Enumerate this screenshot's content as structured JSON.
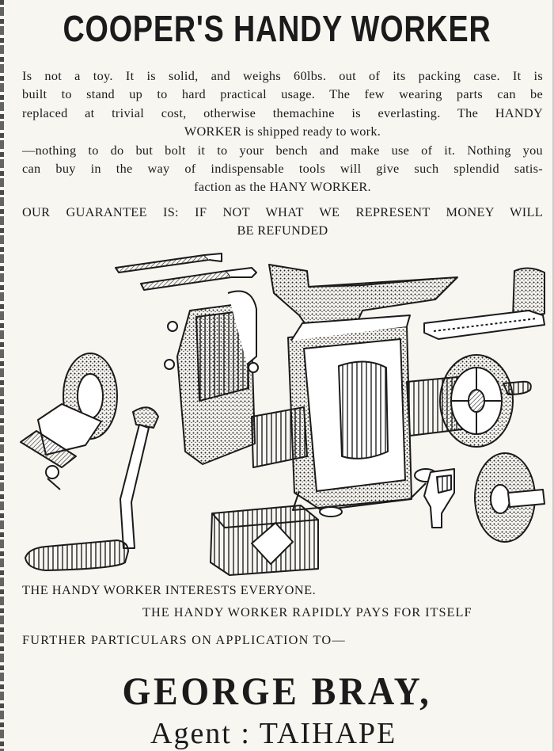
{
  "title": "COOPER'S HANDY WORKER",
  "description_lines": [
    "Is not a toy. It is solid, and weighs 60lbs. out of its packing case. It is",
    "built to stand up to hard practical usage. The few wearing parts can be",
    "replaced at trivial cost, otherwise themachine is everlasting. The HANDY",
    "WORKER is shipped ready to work.",
    "—nothing to do but bolt it to your bench and make use of it. Nothing you",
    "can buy in the way of indispensable tools will give such splendid satis-",
    "faction as the HANY WORKER."
  ],
  "guarantee_lines": [
    "OUR GUARANTEE IS: IF NOT WHAT WE REPRESENT MONEY WILL",
    "BE REFUNDED"
  ],
  "tagline_1": "THE HANDY WORKER INTERESTS EVERYONE.",
  "tagline_2": "THE HANDY WORKER RAPIDLY PAYS FOR ITSELF",
  "particulars": "FURTHER PARTICULARS ON APPLICATION TO—",
  "agent_name": "GEORGE BRAY,",
  "agent_line": "Agent : TAIHAPE"
}
